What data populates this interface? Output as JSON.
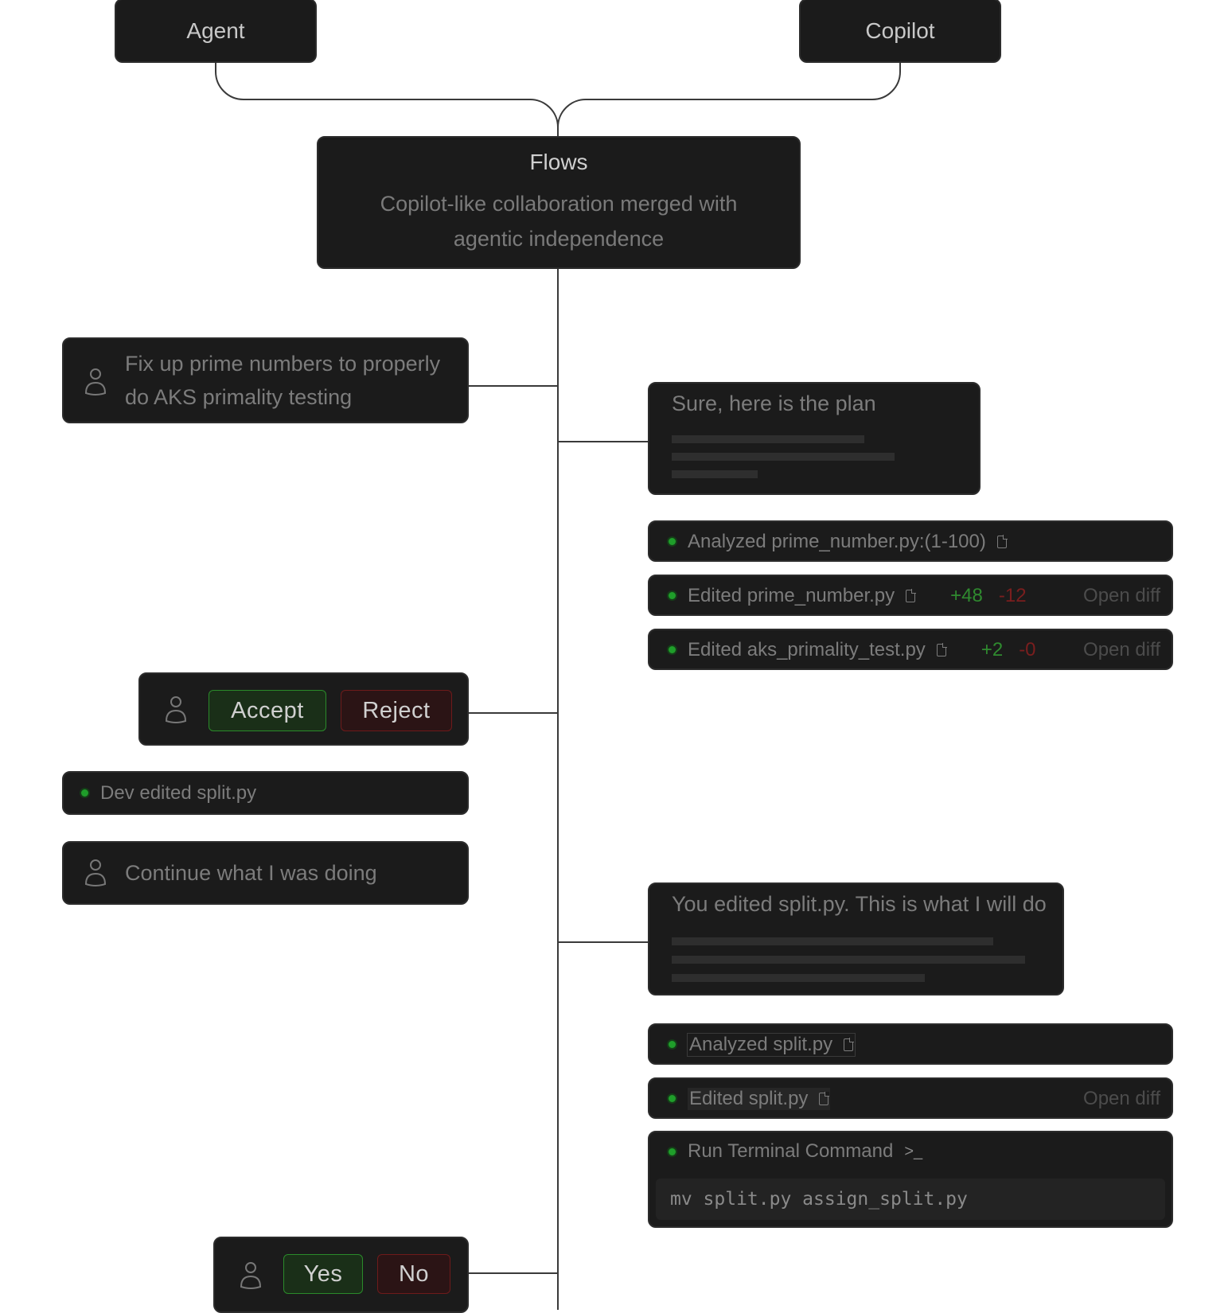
{
  "top": {
    "agent_label": "Agent",
    "copilot_label": "Copilot"
  },
  "flows": {
    "title": "Flows",
    "subtitle_line1": "Copilot-like collaboration merged with",
    "subtitle_line2": "agentic independence"
  },
  "left": {
    "fix_prompt_line1": "Fix up prime numbers to properly",
    "fix_prompt_line2": "do AKS primality testing",
    "accept_label": "Accept",
    "reject_label": "Reject",
    "dev_edit": "Dev edited split.py",
    "continue_prompt": "Continue what I was doing",
    "yes_label": "Yes",
    "no_label": "No"
  },
  "right": {
    "plan_title": "Sure, here is the plan",
    "rows1": [
      {
        "text": "Analyzed prime_number.py:(1-100)"
      },
      {
        "text": "Edited prime_number.py",
        "add": "+48",
        "del": "-12",
        "action": "Open diff"
      },
      {
        "text": "Edited aks_primality_test.py",
        "add": "+2",
        "del": "-0",
        "action": "Open diff"
      }
    ],
    "edit_title": "You edited split.py. This is what I will do",
    "rows2": [
      {
        "text": "Analyzed split.py"
      },
      {
        "text": "Edited split.py",
        "action": "Open diff"
      }
    ],
    "terminal": {
      "title": "Run Terminal Command",
      "icon": "terminal-icon",
      "command": "mv split.py assign_split.py"
    }
  },
  "colors": {
    "box_bg": "#1b1b1b",
    "line": "#3a3a3a",
    "status_green": "#1f9e2a",
    "add_green": "#2f8a2f",
    "del_red": "#7a1e1e",
    "accept_bg": "#1a2f18",
    "reject_bg": "#2b1415"
  }
}
